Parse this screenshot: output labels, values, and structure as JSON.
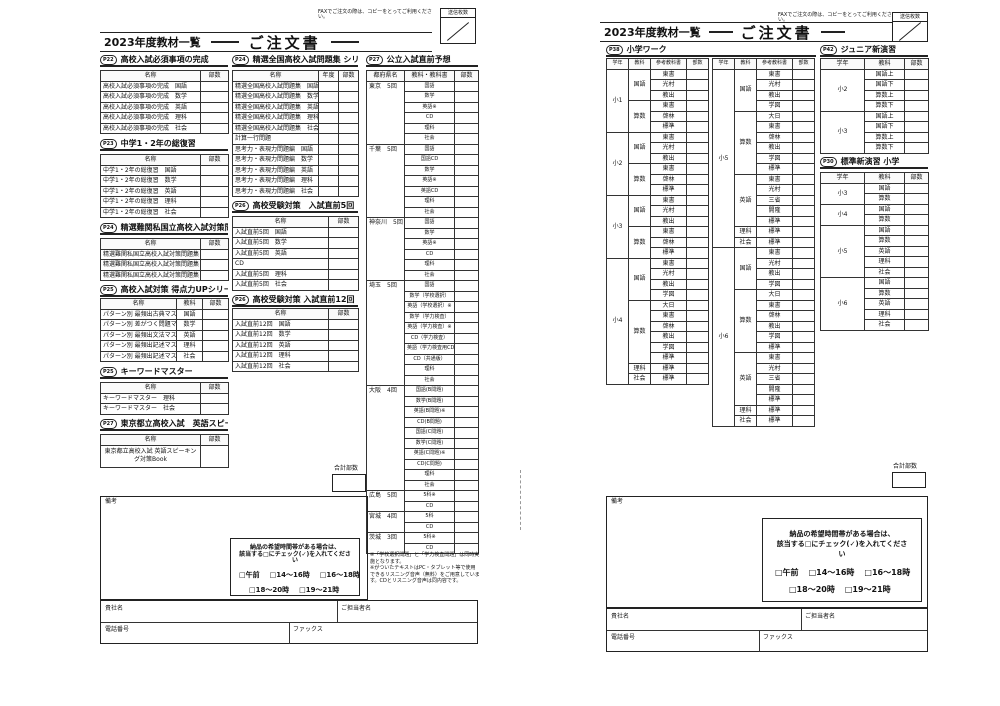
{
  "header": {
    "fax_note": "FAXでご注文の際は、コピーをとってご利用ください。",
    "receipt_label": "送信枚数",
    "title_year": "2023年度教材一覧",
    "title_order": "ご注文書",
    "total_label": "合計部数"
  },
  "left": {
    "p22": {
      "badge": "P22",
      "title": "高校入試必須事項の完成",
      "cols": [
        "名称",
        "部数"
      ],
      "rows": [
        "高校入試必須事項の完成　国語",
        "高校入試必須事項の完成　数学",
        "高校入試必須事項の完成　英語",
        "高校入試必須事項の完成　理科",
        "高校入試必須事項の完成　社会"
      ]
    },
    "p23": {
      "badge": "P23",
      "title": "中学1・2年の総復習",
      "cols": [
        "名称",
        "部数"
      ],
      "rows": [
        "中学1・2年の総復習　国語",
        "中学1・2年の総復習　数学",
        "中学1・2年の総復習　英語",
        "中学1・2年の総復習　理科",
        "中学1・2年の総復習　社会"
      ]
    },
    "p24a": {
      "badge": "P24",
      "title": "精選難関私国立高校入試対策問題集",
      "cols": [
        "名称",
        "部数"
      ],
      "rows": [
        "精選難関私国立高校入試対策問題集　国語",
        "精選難関私国立高校入試対策問題集　数学",
        "精選難関私国立高校入試対策問題集　英語"
      ]
    },
    "p25": {
      "badge": "P25",
      "title": "高校入試対策 得点力UPシリーズ",
      "cols": [
        "名称",
        "教科",
        "部数"
      ],
      "rows": [
        [
          "パターン別 最頻出古典マスター",
          "国語"
        ],
        [
          "パターン別 差がつく問題マスター",
          "数学"
        ],
        [
          "パターン別 最頻出文法マスター",
          "英語"
        ],
        [
          "パターン別 最頻出記述マスター",
          "理科"
        ],
        [
          "パターン別 最頻出記述マスター",
          "社会"
        ]
      ]
    },
    "p26": {
      "badge": "P25",
      "title": "キーワードマスター",
      "cols": [
        "名称",
        "部数"
      ],
      "rows": [
        "キーワードマスター　理科",
        "キーワードマスター　社会"
      ]
    },
    "p27a": {
      "badge": "P27",
      "title": "東京都立高校入試　英語スピーキング対策book",
      "cols": [
        "名称",
        "部数"
      ],
      "rows": [
        "東京都立高校入試 英語スピーキング対策Book"
      ]
    },
    "p24b": {
      "badge": "P24",
      "title": "精選全国高校入試問題集 シリーズ",
      "cols": [
        "名称",
        "年度",
        "部数"
      ],
      "rows": [
        "精選全国高校入試問題集　国語",
        "精選全国高校入試問題集　数学",
        "精選全国高校入試問題集　英語",
        "精選全国高校入試問題集　理科",
        "精選全国高校入試問題集　社会",
        "計算一行問題",
        "思考力・表現力問題編　国語",
        "思考力・表現力問題編　数学",
        "思考力・表現力問題編　英語",
        "思考力・表現力問題編　理科",
        "思考力・表現力問題編　社会"
      ]
    },
    "p26b": {
      "badge": "P26",
      "title": "高校受験対策　入試直前5回",
      "cols": [
        "名称",
        "部数"
      ],
      "rows": [
        "入試直前5回　国語",
        "入試直前5回　数学",
        "入試直前5回　英語",
        "CD",
        "入試直前5回　理科",
        "入試直前5回　社会"
      ]
    },
    "p26c": {
      "badge": "P26",
      "title": "高校受験対策 入試直前12回",
      "cols": [
        "名称",
        "部数"
      ],
      "rows": [
        "入試直前12回　国語",
        "入試直前12回　数学",
        "入試直前12回　英語",
        "入試直前12回　理科",
        "入試直前12回　社会"
      ]
    },
    "p27b": {
      "badge": "P27",
      "title": "公立入試直前予想",
      "cols": [
        "都府県名",
        "教科・教科書",
        "部数"
      ],
      "groups": [
        {
          "pref": "東京　5回",
          "items": [
            "国語",
            "数学",
            "英語※",
            "CD",
            "理科",
            "社会"
          ]
        },
        {
          "pref": "千葉　5回",
          "items": [
            "国語",
            "国語CD",
            "数学",
            "英語※",
            "英語CD",
            "理科",
            "社会"
          ]
        },
        {
          "pref": "神奈川　5回",
          "items": [
            "国語",
            "数学",
            "英語※",
            "CD",
            "理科",
            "社会"
          ]
        },
        {
          "pref": "埼玉　5回",
          "items": [
            "国語",
            "数学（学校選択）",
            "英語（学校選択）※",
            "数学（学力検査）",
            "英語（学力検査）※",
            "CD（学力検査）",
            "英語（学力検査用CD）※",
            "CD（共通版）",
            "理科",
            "社会"
          ]
        },
        {
          "pref": "大阪　4回",
          "items": [
            "国語(B問題)",
            "数学(B問題)",
            "英語(B問題)※",
            "CD(B問題)",
            "国語(C問題)",
            "数学(C問題)",
            "英語(C問題)※",
            "CD(C問題)",
            "理科",
            "社会"
          ]
        },
        {
          "pref": "広島　5回",
          "items": [
            "5科※",
            "CD"
          ]
        },
        {
          "pref": "宮城　4回",
          "items": [
            "5科",
            "CD"
          ]
        },
        {
          "pref": "茨城　3回",
          "items": [
            "5科※",
            "CD"
          ]
        }
      ],
      "notes": "※「学校選択問題」と「学力検査問題」は同時実施となります。\n※がついたテキストはPC・タブレット等で使用できるリスニング音声（無料）をご用意しています。CDとリスニング音声は同内容です。"
    }
  },
  "right": {
    "p38": {
      "badge": "P38",
      "title": "小学ワーク",
      "cols": [
        "学年",
        "教科",
        "参考教科書",
        "部数"
      ],
      "blocks": [
        {
          "grade": "小1",
          "subjects": [
            {
              "s": "国語",
              "books": [
                "東書",
                "光村",
                "教出"
              ]
            },
            {
              "s": "算数",
              "books": [
                "東書",
                "啓林",
                "標準"
              ]
            }
          ]
        },
        {
          "grade": "小2",
          "subjects": [
            {
              "s": "国語",
              "books": [
                "東書",
                "光村",
                "教出"
              ]
            },
            {
              "s": "算数",
              "books": [
                "東書",
                "啓林",
                "標準"
              ]
            }
          ]
        },
        {
          "grade": "小3",
          "subjects": [
            {
              "s": "国語",
              "books": [
                "東書",
                "光村",
                "教出"
              ]
            },
            {
              "s": "算数",
              "books": [
                "東書",
                "啓林",
                "標準"
              ]
            }
          ]
        },
        {
          "grade": "小4",
          "subjects": [
            {
              "s": "国語",
              "books": [
                "東書",
                "光村",
                "教出",
                "学図"
              ]
            },
            {
              "s": "算数",
              "books": [
                "大日",
                "東書",
                "啓林",
                "教出",
                "学図",
                "標準"
              ]
            },
            {
              "s": "理科",
              "books": [
                "標準"
              ]
            },
            {
              "s": "社会",
              "books": [
                "標準"
              ]
            }
          ]
        }
      ],
      "blocks2": [
        {
          "grade": "小5",
          "subjects": [
            {
              "s": "国語",
              "books": [
                "東書",
                "光村",
                "教出",
                "学図"
              ]
            },
            {
              "s": "算数",
              "books": [
                "大日",
                "東書",
                "啓林",
                "教出",
                "学図",
                "標準"
              ]
            },
            {
              "s": "英語",
              "books": [
                "東書",
                "光村",
                "三省",
                "開隆",
                "標準"
              ]
            },
            {
              "s": "理科",
              "books": [
                "標準"
              ]
            },
            {
              "s": "社会",
              "books": [
                "標準"
              ]
            }
          ]
        },
        {
          "grade": "小6",
          "subjects": [
            {
              "s": "国語",
              "books": [
                "東書",
                "光村",
                "教出",
                "学図"
              ]
            },
            {
              "s": "算数",
              "books": [
                "大日",
                "東書",
                "啓林",
                "教出",
                "学図",
                "標準"
              ]
            },
            {
              "s": "英語",
              "books": [
                "東書",
                "光村",
                "三省",
                "開隆",
                "標準"
              ]
            },
            {
              "s": "理科",
              "books": [
                "標準"
              ]
            },
            {
              "s": "社会",
              "books": [
                "標準"
              ]
            }
          ]
        }
      ]
    },
    "p42": {
      "badge": "P42",
      "title": "ジュニア新演習",
      "cols": [
        "学年",
        "教科",
        "部数"
      ],
      "blocks": [
        {
          "grade": "小2",
          "items": [
            "国語上",
            "国語下",
            "算数上",
            "算数下"
          ]
        },
        {
          "grade": "小3",
          "items": [
            "国語上",
            "国語下",
            "算数上",
            "算数下"
          ]
        }
      ]
    },
    "p30": {
      "badge": "P30",
      "title": "標準新演習 小学",
      "cols": [
        "学年",
        "教科",
        "部数"
      ],
      "blocks": [
        {
          "grade": "小3",
          "items": [
            "国語",
            "算数"
          ]
        },
        {
          "grade": "小4",
          "items": [
            "国語",
            "算数"
          ]
        },
        {
          "grade": "小5",
          "items": [
            "国語",
            "算数",
            "英語",
            "理科",
            "社会"
          ]
        },
        {
          "grade": "小6",
          "items": [
            "国語",
            "算数",
            "英語",
            "理科",
            "社会"
          ]
        }
      ]
    }
  },
  "form": {
    "remarks": "備考",
    "company": "貴社名",
    "contact": "ご担当者名",
    "phone": "電話番号",
    "fax": "ファックス",
    "time_note1": "納品の希望時間帯がある場合は、",
    "time_note2": "該当する□にチェック(✓)を入れてください",
    "slots_row1": [
      "□午前",
      "□14〜16時",
      "□16〜18時"
    ],
    "slots_row2": [
      "□18〜20時",
      "□19〜21時"
    ]
  }
}
